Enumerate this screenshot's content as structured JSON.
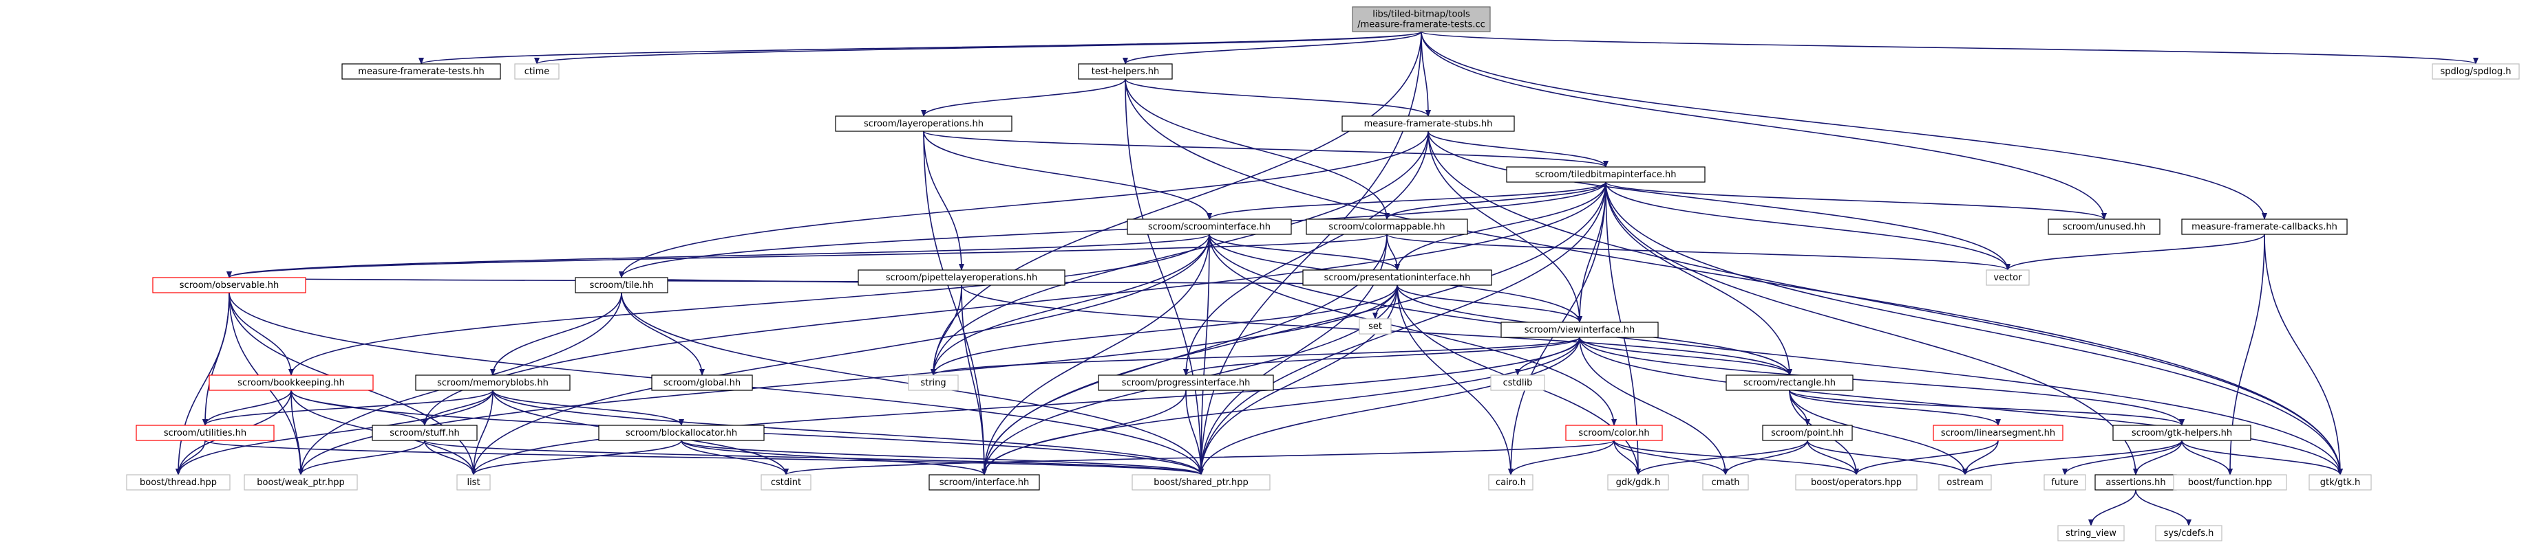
{
  "page": {
    "background": "#ffffff"
  },
  "colors": {
    "edge": "#191970",
    "root_fill": "#bfbfbf",
    "normal_border": "#000000",
    "incomplete_border": "#ff0000",
    "system_border": "#bfbfbf"
  },
  "nodes": [
    {
      "id": "root",
      "lines": [
        "libs/tiled-bitmap/tools",
        "/measure-framerate-tests.cc"
      ],
      "style": "root"
    },
    {
      "id": "mft_hh",
      "lines": [
        "measure-framerate-tests.hh"
      ],
      "style": "normal"
    },
    {
      "id": "ctime",
      "lines": [
        "ctime"
      ],
      "style": "system"
    },
    {
      "id": "test_helpers",
      "lines": [
        "test-helpers.hh"
      ],
      "style": "normal"
    },
    {
      "id": "spdlog",
      "lines": [
        "spdlog/spdlog.h"
      ],
      "style": "system"
    },
    {
      "id": "layerops",
      "lines": [
        "scroom/layeroperations.hh"
      ],
      "style": "normal"
    },
    {
      "id": "stubs",
      "lines": [
        "measure-framerate-stubs.hh"
      ],
      "style": "normal"
    },
    {
      "id": "tbmi",
      "lines": [
        "scroom/tiledbitmapinterface.hh"
      ],
      "style": "normal"
    },
    {
      "id": "scroomif",
      "lines": [
        "scroom/scroominterface.hh"
      ],
      "style": "normal"
    },
    {
      "id": "colormap",
      "lines": [
        "scroom/colormappable.hh"
      ],
      "style": "normal"
    },
    {
      "id": "unused",
      "lines": [
        "scroom/unused.hh"
      ],
      "style": "normal"
    },
    {
      "id": "callbacks",
      "lines": [
        "measure-framerate-callbacks.hh"
      ],
      "style": "normal"
    },
    {
      "id": "pipette",
      "lines": [
        "scroom/pipettelayeroperations.hh"
      ],
      "style": "normal"
    },
    {
      "id": "presif",
      "lines": [
        "scroom/presentationinterface.hh"
      ],
      "style": "normal"
    },
    {
      "id": "vector",
      "lines": [
        "vector"
      ],
      "style": "system"
    },
    {
      "id": "observable",
      "lines": [
        "scroom/observable.hh"
      ],
      "style": "red"
    },
    {
      "id": "tile",
      "lines": [
        "scroom/tile.hh"
      ],
      "style": "normal"
    },
    {
      "id": "set",
      "lines": [
        "set"
      ],
      "style": "system"
    },
    {
      "id": "viewif",
      "lines": [
        "scroom/viewinterface.hh"
      ],
      "style": "normal"
    },
    {
      "id": "bookkeeping",
      "lines": [
        "scroom/bookkeeping.hh"
      ],
      "style": "red"
    },
    {
      "id": "memblobs",
      "lines": [
        "scroom/memoryblobs.hh"
      ],
      "style": "normal"
    },
    {
      "id": "global",
      "lines": [
        "scroom/global.hh"
      ],
      "style": "normal"
    },
    {
      "id": "string",
      "lines": [
        "string"
      ],
      "style": "system"
    },
    {
      "id": "progressif",
      "lines": [
        "scroom/progressinterface.hh"
      ],
      "style": "normal"
    },
    {
      "id": "cstdlib",
      "lines": [
        "cstdlib"
      ],
      "style": "system"
    },
    {
      "id": "rectangle",
      "lines": [
        "scroom/rectangle.hh"
      ],
      "style": "normal"
    },
    {
      "id": "utilities",
      "lines": [
        "scroom/utilities.hh"
      ],
      "style": "red"
    },
    {
      "id": "stuff",
      "lines": [
        "scroom/stuff.hh"
      ],
      "style": "normal"
    },
    {
      "id": "blockalloc",
      "lines": [
        "scroom/blockallocator.hh"
      ],
      "style": "normal"
    },
    {
      "id": "color",
      "lines": [
        "scroom/color.hh"
      ],
      "style": "red"
    },
    {
      "id": "point",
      "lines": [
        "scroom/point.hh"
      ],
      "style": "normal"
    },
    {
      "id": "linseg",
      "lines": [
        "scroom/linearsegment.hh"
      ],
      "style": "red"
    },
    {
      "id": "gtkhelpers",
      "lines": [
        "scroom/gtk-helpers.hh"
      ],
      "style": "normal"
    },
    {
      "id": "thread",
      "lines": [
        "boost/thread.hpp"
      ],
      "style": "system"
    },
    {
      "id": "weakptr",
      "lines": [
        "boost/weak_ptr.hpp"
      ],
      "style": "system"
    },
    {
      "id": "list",
      "lines": [
        "list"
      ],
      "style": "system"
    },
    {
      "id": "cstdint",
      "lines": [
        "cstdint"
      ],
      "style": "system"
    },
    {
      "id": "interface",
      "lines": [
        "scroom/interface.hh"
      ],
      "style": "normal"
    },
    {
      "id": "sharedptr",
      "lines": [
        "boost/shared_ptr.hpp"
      ],
      "style": "system"
    },
    {
      "id": "cairo",
      "lines": [
        "cairo.h"
      ],
      "style": "system"
    },
    {
      "id": "gdk",
      "lines": [
        "gdk/gdk.h"
      ],
      "style": "system"
    },
    {
      "id": "cmath",
      "lines": [
        "cmath"
      ],
      "style": "system"
    },
    {
      "id": "operators",
      "lines": [
        "boost/operators.hpp"
      ],
      "style": "system"
    },
    {
      "id": "ostream",
      "lines": [
        "ostream"
      ],
      "style": "system"
    },
    {
      "id": "future",
      "lines": [
        "future"
      ],
      "style": "system"
    },
    {
      "id": "assertions",
      "lines": [
        "assertions.hh"
      ],
      "style": "normal"
    },
    {
      "id": "function",
      "lines": [
        "boost/function.hpp"
      ],
      "style": "system"
    },
    {
      "id": "gtk",
      "lines": [
        "gtk/gtk.h"
      ],
      "style": "system"
    },
    {
      "id": "stringview",
      "lines": [
        "string_view"
      ],
      "style": "system"
    },
    {
      "id": "cdefs",
      "lines": [
        "sys/cdefs.h"
      ],
      "style": "system"
    }
  ],
  "edges": [
    [
      "root",
      "mft_hh"
    ],
    [
      "root",
      "ctime"
    ],
    [
      "root",
      "test_helpers"
    ],
    [
      "root",
      "spdlog"
    ],
    [
      "root",
      "stubs"
    ],
    [
      "root",
      "unused"
    ],
    [
      "root",
      "callbacks"
    ],
    [
      "root",
      "string"
    ],
    [
      "root",
      "sharedptr"
    ],
    [
      "test_helpers",
      "layerops"
    ],
    [
      "test_helpers",
      "stubs"
    ],
    [
      "test_helpers",
      "colormap"
    ],
    [
      "test_helpers",
      "sharedptr"
    ],
    [
      "test_helpers",
      "gtk"
    ],
    [
      "layerops",
      "tbmi"
    ],
    [
      "layerops",
      "pipette"
    ],
    [
      "layerops",
      "scroomif"
    ],
    [
      "layerops",
      "interface"
    ],
    [
      "stubs",
      "tbmi"
    ],
    [
      "stubs",
      "viewif"
    ],
    [
      "stubs",
      "progressif"
    ],
    [
      "stubs",
      "string"
    ],
    [
      "stubs",
      "vector"
    ],
    [
      "stubs",
      "tile"
    ],
    [
      "stubs",
      "gtk"
    ],
    [
      "tbmi",
      "scroomif"
    ],
    [
      "tbmi",
      "colormap"
    ],
    [
      "tbmi",
      "presif"
    ],
    [
      "tbmi",
      "viewif"
    ],
    [
      "tbmi",
      "rectangle"
    ],
    [
      "tbmi",
      "unused"
    ],
    [
      "tbmi",
      "vector"
    ],
    [
      "tbmi",
      "tile"
    ],
    [
      "tbmi",
      "stuff"
    ],
    [
      "tbmi",
      "interface"
    ],
    [
      "tbmi",
      "sharedptr"
    ],
    [
      "tbmi",
      "cairo"
    ],
    [
      "tbmi",
      "gdk"
    ],
    [
      "tbmi",
      "assertions"
    ],
    [
      "tbmi",
      "gtk"
    ],
    [
      "scroomif",
      "presif"
    ],
    [
      "scroomif",
      "viewif"
    ],
    [
      "scroomif",
      "observable"
    ],
    [
      "scroomif",
      "bookkeeping"
    ],
    [
      "scroomif",
      "string"
    ],
    [
      "scroomif",
      "interface"
    ],
    [
      "scroomif",
      "sharedptr"
    ],
    [
      "scroomif",
      "list"
    ],
    [
      "scroomif",
      "gtk"
    ],
    [
      "scroomif",
      "color"
    ],
    [
      "colormap",
      "presif"
    ],
    [
      "colormap",
      "observable"
    ],
    [
      "colormap",
      "vector"
    ],
    [
      "colormap",
      "sharedptr"
    ],
    [
      "colormap",
      "interface"
    ],
    [
      "pipette",
      "tile"
    ],
    [
      "pipette",
      "rectangle"
    ],
    [
      "pipette",
      "string"
    ],
    [
      "pipette",
      "interface"
    ],
    [
      "presif",
      "observable"
    ],
    [
      "presif",
      "viewif"
    ],
    [
      "presif",
      "rectangle"
    ],
    [
      "presif",
      "set"
    ],
    [
      "presif",
      "string"
    ],
    [
      "presif",
      "interface"
    ],
    [
      "presif",
      "sharedptr"
    ],
    [
      "presif",
      "cairo"
    ],
    [
      "presif",
      "gdk"
    ],
    [
      "presif",
      "weakptr"
    ],
    [
      "observable",
      "bookkeeping"
    ],
    [
      "observable",
      "utilities"
    ],
    [
      "observable",
      "thread"
    ],
    [
      "observable",
      "weakptr"
    ],
    [
      "observable",
      "sharedptr"
    ],
    [
      "observable",
      "list"
    ],
    [
      "tile",
      "memblobs"
    ],
    [
      "tile",
      "global"
    ],
    [
      "tile",
      "sharedptr"
    ],
    [
      "tile",
      "weakptr"
    ],
    [
      "viewif",
      "progressif"
    ],
    [
      "viewif",
      "rectangle"
    ],
    [
      "viewif",
      "cstdlib"
    ],
    [
      "viewif",
      "string"
    ],
    [
      "viewif",
      "interface"
    ],
    [
      "viewif",
      "sharedptr"
    ],
    [
      "viewif",
      "gtkhelpers"
    ],
    [
      "viewif",
      "gtk"
    ],
    [
      "viewif",
      "cmath"
    ],
    [
      "viewif",
      "list"
    ],
    [
      "bookkeeping",
      "utilities"
    ],
    [
      "bookkeeping",
      "stuff"
    ],
    [
      "bookkeeping",
      "weakptr"
    ],
    [
      "bookkeeping",
      "list"
    ],
    [
      "bookkeeping",
      "sharedptr"
    ],
    [
      "bookkeeping",
      "thread"
    ],
    [
      "memblobs",
      "blockalloc"
    ],
    [
      "memblobs",
      "stuff"
    ],
    [
      "memblobs",
      "utilities"
    ],
    [
      "memblobs",
      "list"
    ],
    [
      "memblobs",
      "sharedptr"
    ],
    [
      "memblobs",
      "cstdint"
    ],
    [
      "memblobs",
      "thread"
    ],
    [
      "progressif",
      "interface"
    ],
    [
      "progressif",
      "sharedptr"
    ],
    [
      "rectangle",
      "point"
    ],
    [
      "rectangle",
      "linseg"
    ],
    [
      "rectangle",
      "gtkhelpers"
    ],
    [
      "rectangle",
      "operators"
    ],
    [
      "rectangle",
      "ostream"
    ],
    [
      "utilities",
      "sharedptr"
    ],
    [
      "utilities",
      "thread"
    ],
    [
      "stuff",
      "sharedptr"
    ],
    [
      "stuff",
      "list"
    ],
    [
      "stuff",
      "weakptr"
    ],
    [
      "blockalloc",
      "list"
    ],
    [
      "blockalloc",
      "cstdint"
    ],
    [
      "blockalloc",
      "interface"
    ],
    [
      "blockalloc",
      "sharedptr"
    ],
    [
      "color",
      "cairo"
    ],
    [
      "color",
      "cmath"
    ],
    [
      "color",
      "operators"
    ],
    [
      "color",
      "cstdint"
    ],
    [
      "color",
      "gdk"
    ],
    [
      "point",
      "gdk"
    ],
    [
      "point",
      "cmath"
    ],
    [
      "point",
      "operators"
    ],
    [
      "point",
      "ostream"
    ],
    [
      "linseg",
      "operators"
    ],
    [
      "linseg",
      "ostream"
    ],
    [
      "gtkhelpers",
      "future"
    ],
    [
      "gtkhelpers",
      "assertions"
    ],
    [
      "gtkhelpers",
      "function"
    ],
    [
      "gtkhelpers",
      "gtk"
    ],
    [
      "gtkhelpers",
      "ostream"
    ],
    [
      "assertions",
      "stringview"
    ],
    [
      "assertions",
      "cdefs"
    ],
    [
      "callbacks",
      "vector"
    ],
    [
      "callbacks",
      "function"
    ],
    [
      "callbacks",
      "gtk"
    ]
  ]
}
